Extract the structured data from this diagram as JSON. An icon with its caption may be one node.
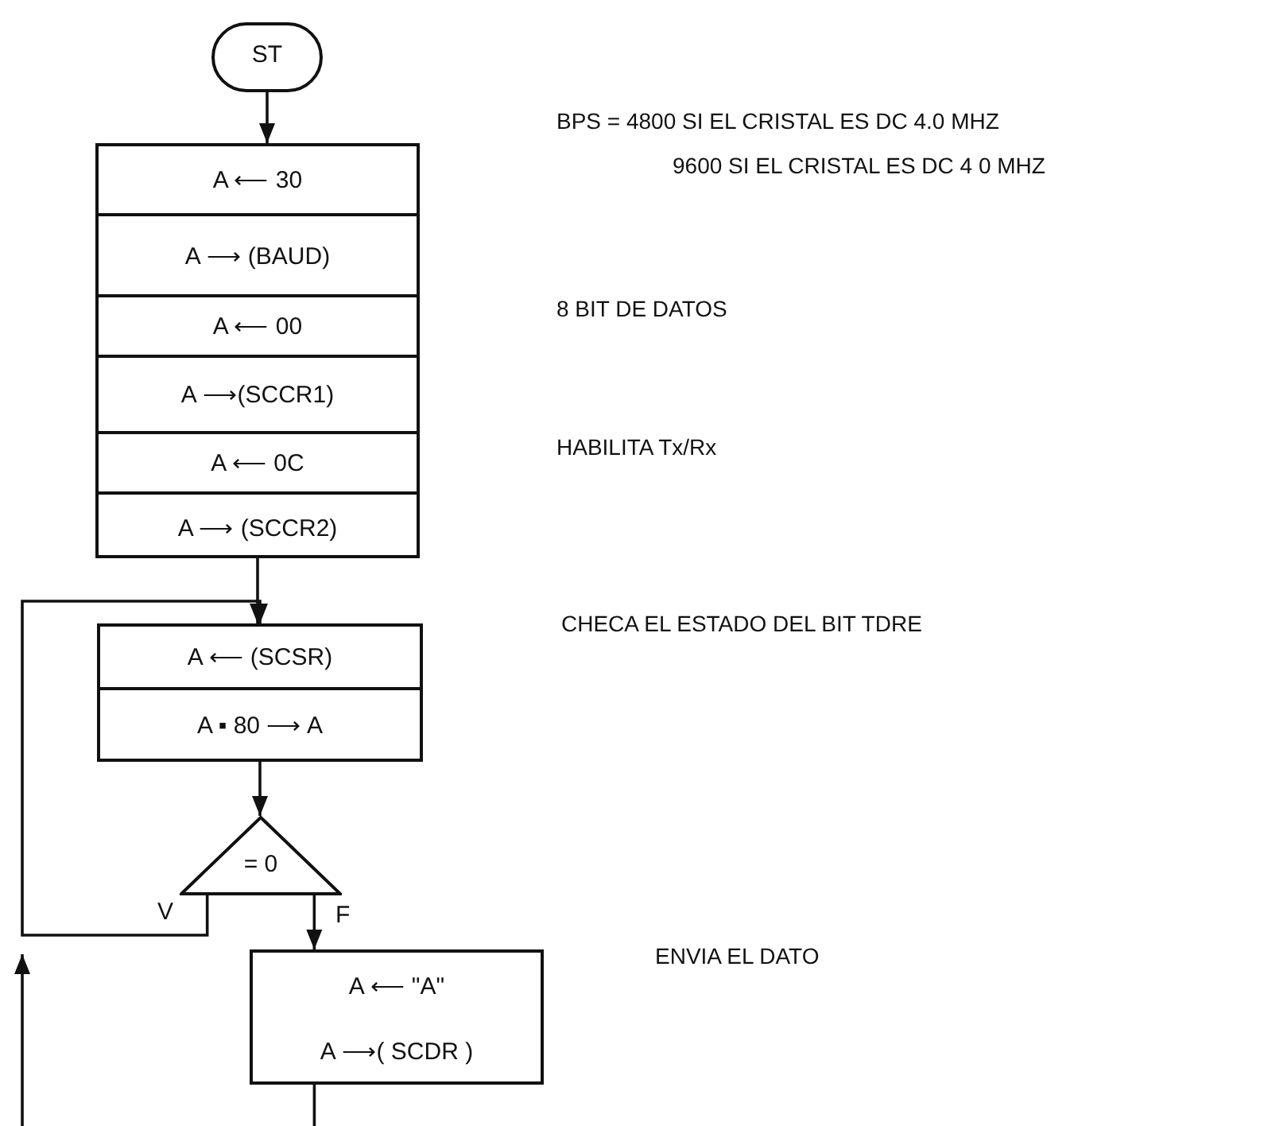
{
  "diagram": {
    "nodes": [
      {
        "text": [
          "ST"
        ]
      },
      {
        "text": [
          "A ⟵ 30",
          "A ⟶ (BAUD)",
          "A ⟵ 00",
          "A ⟶(SCCR1)",
          "A ⟵ 0C",
          "A ⟶ (SCCR2)"
        ]
      },
      {
        "text": [
          "A ⟵ (SCSR)",
          "A ▪ 80 ⟶ A"
        ]
      },
      {
        "text": [
          "= 0"
        ]
      },
      {
        "text": [
          "A ⟵ \"A\"",
          "A ⟶( SCDR )"
        ]
      }
    ],
    "edges": [
      {
        "from": 0,
        "to": 1,
        "arrow": "to"
      },
      {
        "from": 1,
        "to": 2,
        "arrow": "to"
      },
      {
        "from": 2,
        "to": 3,
        "arrow": "to"
      },
      {
        "from": 3,
        "to": 2,
        "arrow": "to",
        "label": "V"
      },
      {
        "from": 3,
        "to": 4,
        "arrow": "to",
        "label": "F"
      },
      {
        "from": 4,
        "to": null,
        "arrow": "none"
      }
    ],
    "labels": [
      "BPS = 4800 SI EL CRISTAL ES DC 4.0 MHZ",
      "9600 SI EL CRISTAL ES DC 4 0 MHZ",
      "8 BIT DE DATOS",
      "HABILITA Tx/Rx",
      "CHECA EL ESTADO DEL BIT TDRE",
      "ENVIA EL DATO"
    ]
  }
}
